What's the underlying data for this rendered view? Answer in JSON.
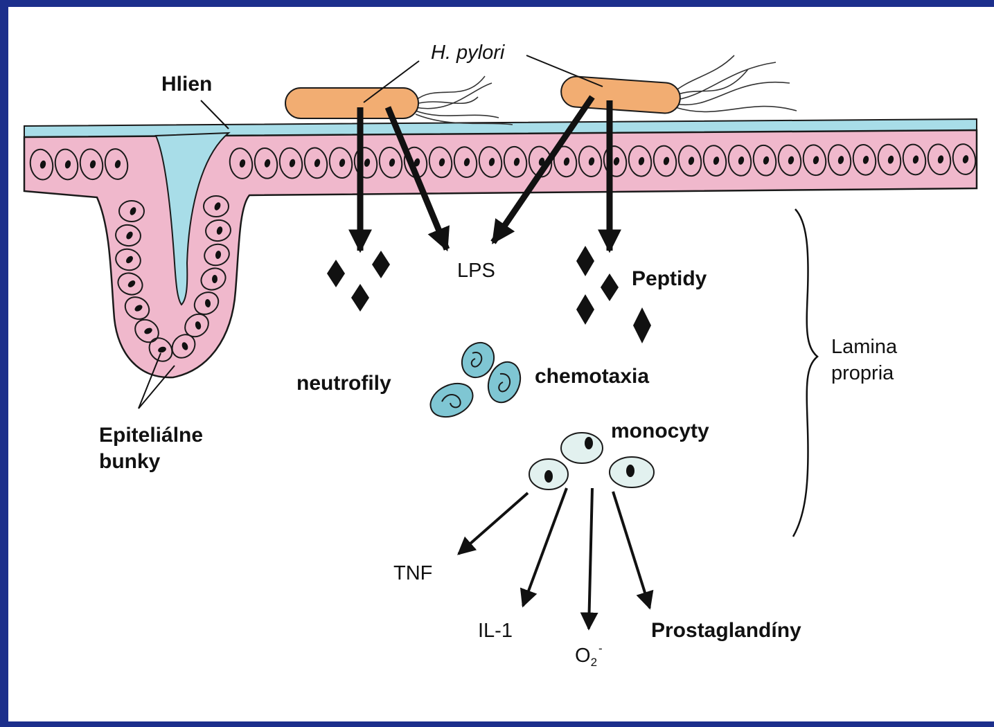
{
  "labels": {
    "h_pylori": "H. pylori",
    "hlien": "Hlien",
    "lps": "LPS",
    "peptidy": "Peptidy",
    "neutrofily": "neutrofily",
    "chemotaxia": "chemotaxia",
    "monocyty": "monocyty",
    "lamina_line1": "Lamina",
    "lamina_line2": "propria",
    "epitel_line1": "Epiteliálne",
    "epitel_line2": "bunky",
    "tnf": "TNF",
    "il1": "IL-1",
    "o2_main": "O",
    "o2_sub": "2",
    "o2_sup": "-",
    "prostaglandiny": "Prostaglandíny"
  },
  "colors": {
    "frame_background": "#1c2f8c",
    "panel_background": "#ffffff",
    "mucus": "#a8dde8",
    "epithelium": "#f0b8cc",
    "bacterium": "#f2ad72",
    "neutrophil": "#7fc6d3",
    "monocyte": "#e2f1ef",
    "ink": "#111111"
  }
}
